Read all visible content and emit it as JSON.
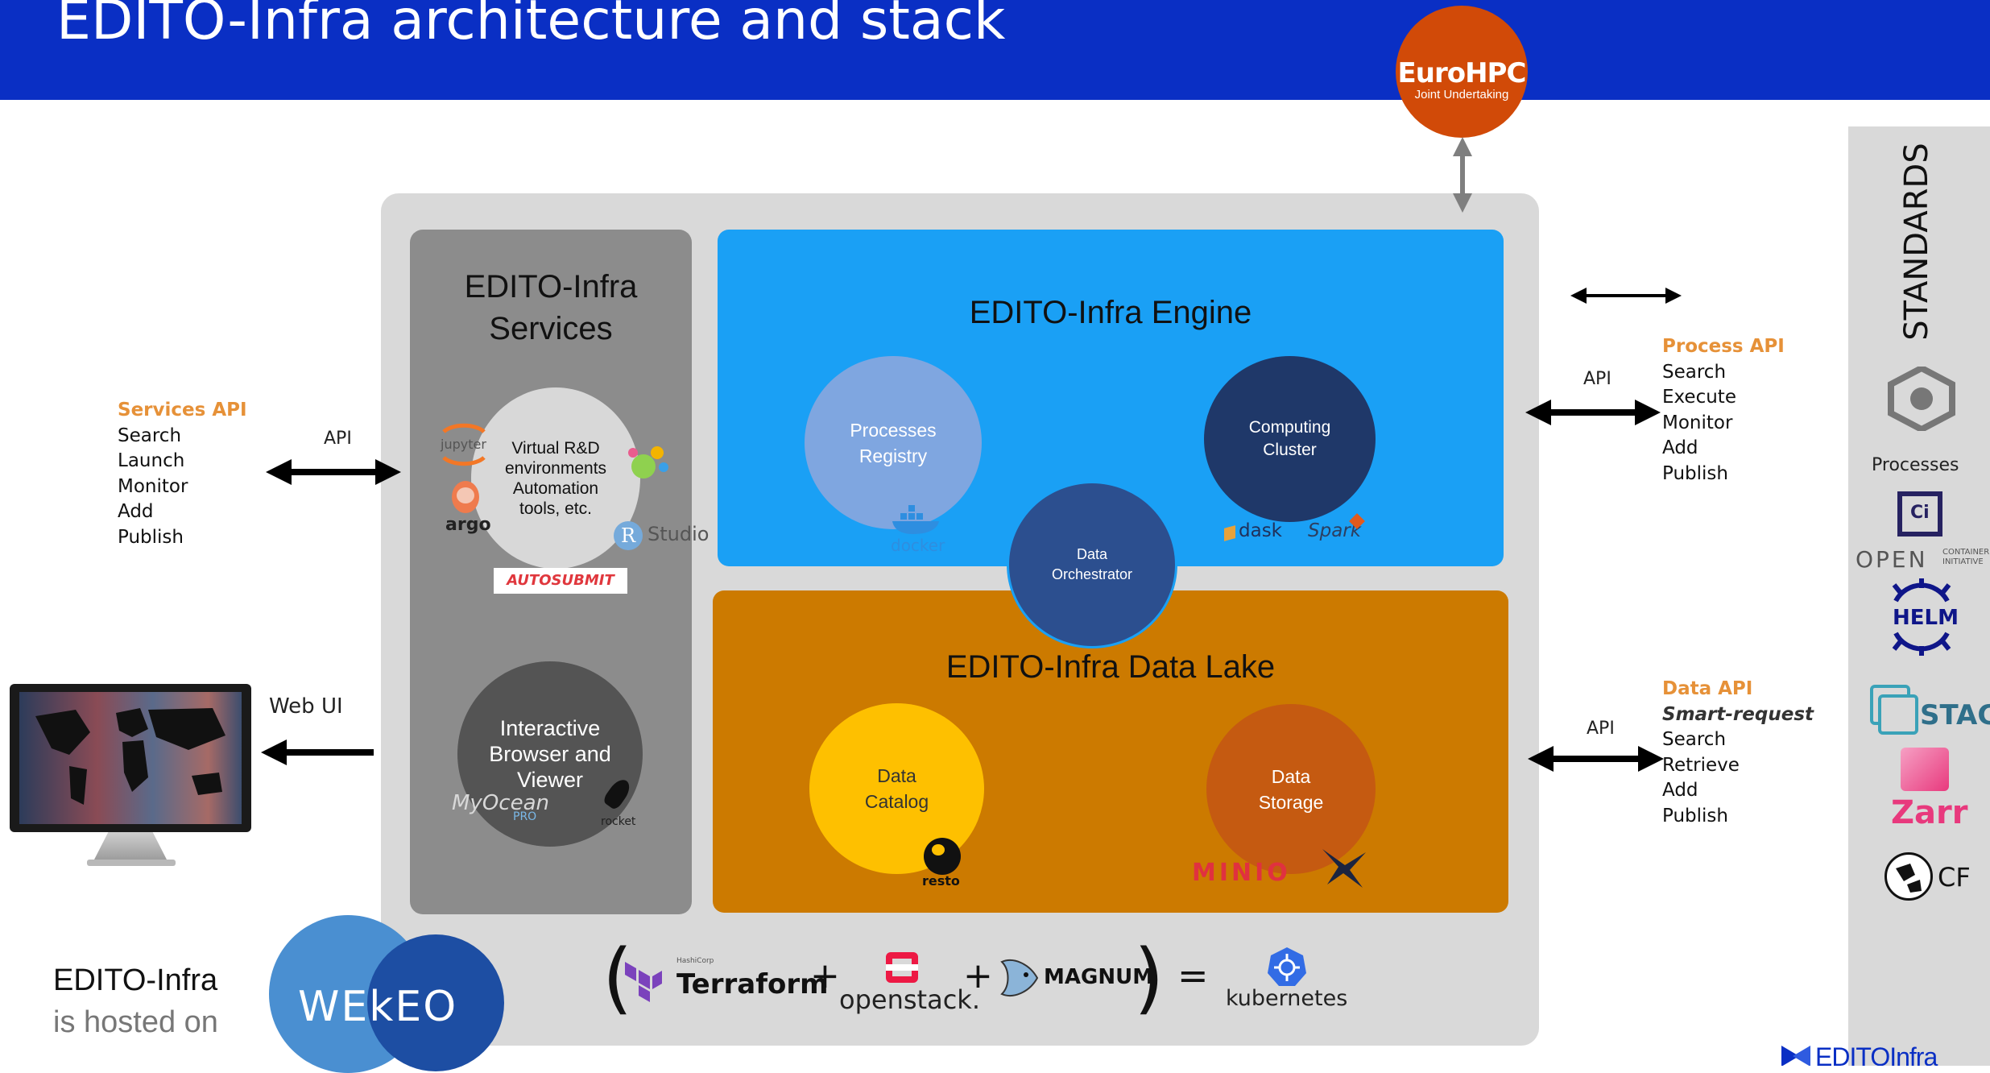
{
  "header": {
    "title": "EDITO-Infra architecture and stack"
  },
  "eurohpc": {
    "name": "EuroHPC",
    "sub": "Joint Undertaking"
  },
  "services": {
    "title_line1": "EDITO-Infra",
    "title_line2": "Services",
    "vrd_lines": [
      "Virtual R&D",
      "environments",
      "Automation",
      "tools, etc."
    ],
    "ibv_lines": [
      "Interactive",
      "Browser and",
      "Viewer"
    ],
    "logos": {
      "jupyter": "jupyter",
      "argo": "argo",
      "rstudio": "Studio",
      "autosubmit": "AUTOSUBMIT",
      "myocean": "MyOcean",
      "myocean_sub": "PRO",
      "rocket": "rocket"
    }
  },
  "engine": {
    "title": "EDITO-Infra Engine",
    "processes_lines": [
      "Processes",
      "Registry"
    ],
    "computing_lines": [
      "Computing",
      "Cluster"
    ],
    "orchestrator_lines": [
      "Data",
      "Orchestrator"
    ],
    "logos": {
      "docker": "docker",
      "dask": "dask",
      "spark": "Spark"
    }
  },
  "lake": {
    "title": "EDITO-Infra Data Lake",
    "catalog_lines": [
      "Data",
      "Catalog"
    ],
    "storage_lines": [
      "Data",
      "Storage"
    ],
    "logos": {
      "resto": "resto",
      "minio": "MINIO"
    }
  },
  "services_api": {
    "title": "Services API",
    "items": [
      "Search",
      "Launch",
      "Monitor",
      "Add",
      "Publish"
    ],
    "arrow_label": "API"
  },
  "process_api": {
    "title": "Process API",
    "items": [
      "Search",
      "Execute",
      "Monitor",
      "Add",
      "Publish"
    ],
    "arrow_label": "API"
  },
  "data_api": {
    "title": "Data API",
    "subtitle": "Smart-request",
    "items": [
      "Search",
      "Retrieve",
      "Add",
      "Publish"
    ],
    "arrow_label": "API"
  },
  "web_ui": {
    "label": "Web UI"
  },
  "stack": {
    "terraform_small": "HashiCorp",
    "terraform": "Terraform",
    "plus1": "+",
    "openstack": "openstack.",
    "plus2": "+",
    "magnum": "MAGNUM",
    "equals": "=",
    "kubernetes": "kubernetes"
  },
  "hosted": {
    "line1": "EDITO-Infra",
    "line2": "is hosted on",
    "wekeo": "WEkEO"
  },
  "standards": {
    "title": "STANDARDS",
    "processes": "Processes",
    "oci_main": "OPEN",
    "oci_sub1": "CONTAINER",
    "oci_sub2": "INITIATIVE",
    "helm": "HELM",
    "stac": "STAC",
    "zarr": "Zarr",
    "cf": "CF"
  },
  "footer_logo": "EDITOInfra",
  "colors": {
    "header": "#0a2fc4",
    "engine": "#1aa0f5",
    "lake": "#cc7a00",
    "api_title": "#e69138",
    "eurohpc": "#d14a08"
  }
}
